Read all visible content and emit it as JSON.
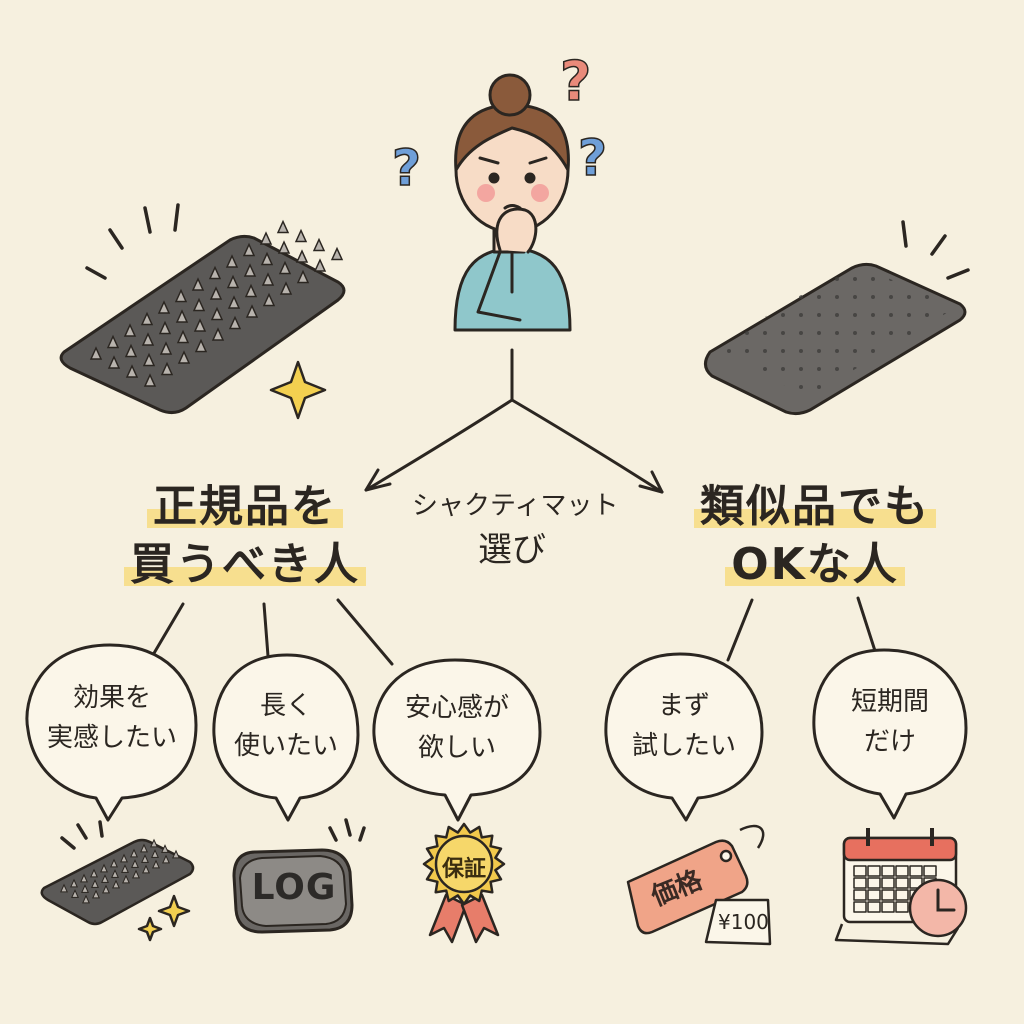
{
  "center": {
    "line1": "シャクティマット",
    "line2": "選び"
  },
  "left": {
    "heading_line1": "正規品を",
    "heading_line2": "買うべき人",
    "reasons": [
      {
        "line1": "効果を",
        "line2": "実感したい"
      },
      {
        "line1": "長く",
        "line2": "使いたい"
      },
      {
        "line1": "安心感が",
        "line2": "欲しい"
      }
    ],
    "log_label": "LOG",
    "seal_label": "保証"
  },
  "right": {
    "heading_line1": "類似品でも",
    "heading_line2": "OKな人",
    "reasons": [
      {
        "line1": "まず",
        "line2": "試したい"
      },
      {
        "line1": "短期間",
        "line2": "だけ"
      }
    ],
    "tag_label": "価格",
    "price_label": "¥100"
  },
  "icons": [
    "thinking-woman-icon",
    "question-mark-icon",
    "spike-mat-icon",
    "plain-mat-icon",
    "sparkle-icon",
    "log-badge-icon",
    "warranty-seal-icon",
    "price-tag-icon",
    "calendar-icon",
    "clock-icon"
  ],
  "colors": {
    "background": "#f6f0df",
    "highlight": "#f7df8f",
    "shirt": "#8fc7cb",
    "question_blue": "#6f9fd8",
    "question_red": "#e98a7a",
    "tag": "#f0a488",
    "seal": "#f2c94c",
    "ribbon": "#e77d6a",
    "calendar_red": "#e7705f",
    "sparkle": "#f3d050"
  }
}
